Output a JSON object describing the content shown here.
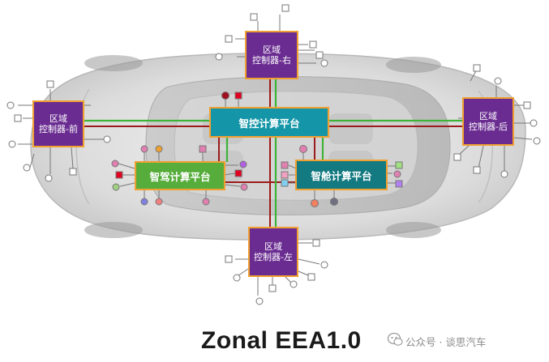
{
  "title": "Zonal EEA1.0",
  "watermark": "公众号 · 谈思汽车",
  "zones": {
    "right": "区域\n控制器-右",
    "front": "区域\n控制器-前",
    "rear": "区域\n控制器-后",
    "left": "区域\n控制器-左"
  },
  "platforms": {
    "control": "智控计算平台",
    "driving": "智驾计算平台",
    "cabin": "智舱计算平台"
  },
  "colors": {
    "zone": "#6a2c91",
    "control": "#1596a8",
    "driving": "#56ad3b",
    "cabin": "#127a80",
    "border": "#f0a030",
    "power_line": "#9b1b1b",
    "data_line": "#3fb23a"
  }
}
